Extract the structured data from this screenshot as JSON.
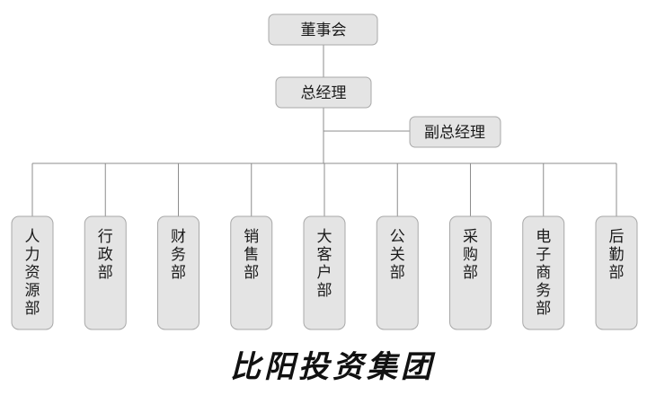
{
  "org": {
    "board": "董事会",
    "gm": "总经理",
    "deputy_gm": "副总经理",
    "departments": [
      {
        "name": "人力资源部"
      },
      {
        "name": "行政部"
      },
      {
        "name": "财务部"
      },
      {
        "name": "销售部"
      },
      {
        "name": "大客户部"
      },
      {
        "name": "公关部"
      },
      {
        "name": "采购部"
      },
      {
        "name": "电子商务部"
      },
      {
        "name": "后勤部"
      }
    ]
  },
  "footer": {
    "company": "比阳投资集团"
  }
}
